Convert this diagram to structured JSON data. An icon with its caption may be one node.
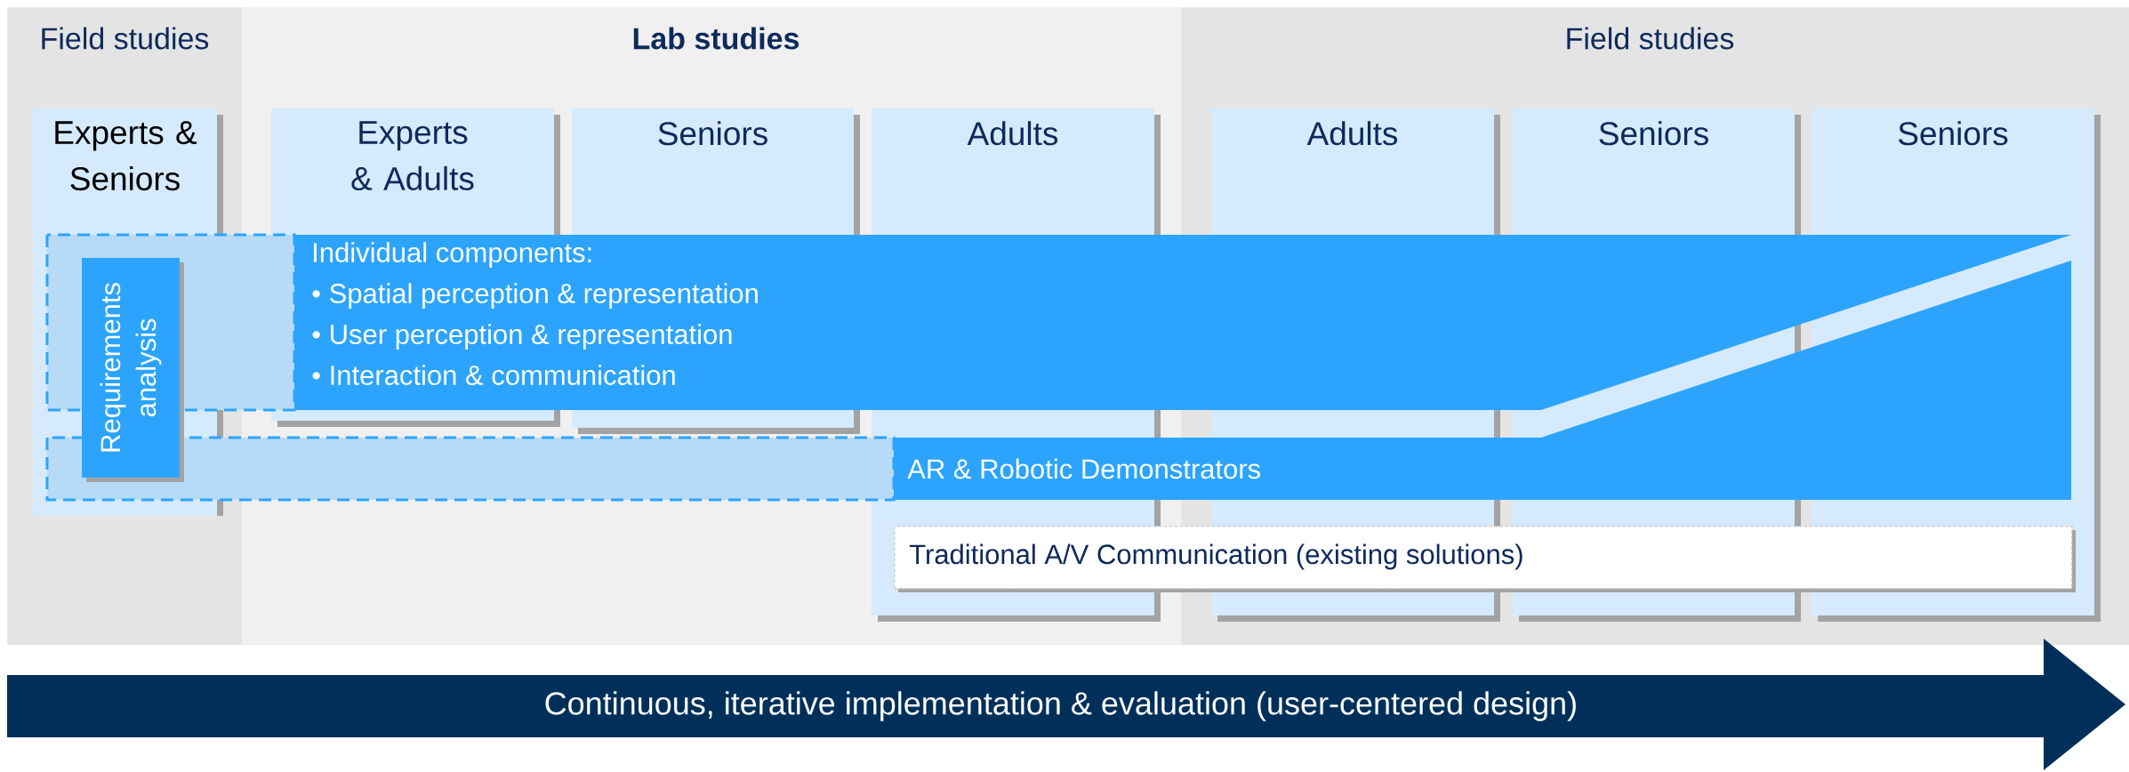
{
  "diagram": {
    "nodes": [
      {
        "text": [
          "Field studies"
        ]
      },
      {
        "text": [
          "Lab studies"
        ]
      },
      {
        "text": [
          "Field studies"
        ]
      },
      {
        "text": [
          "Experts & Seniors"
        ],
        "in": 0
      },
      {
        "text": [
          "Experts & Adults"
        ],
        "in": 1
      },
      {
        "text": [
          "Seniors"
        ],
        "in": 1
      },
      {
        "text": [
          "Adults"
        ],
        "in": 1
      },
      {
        "text": [
          "Adults"
        ],
        "in": 2
      },
      {
        "text": [
          "Seniors"
        ],
        "in": 2
      },
      {
        "text": [
          "Seniors"
        ],
        "in": 2
      },
      {
        "text": [
          "Requirements analysis"
        ],
        "in": 3
      },
      {
        "text": [
          "Individual components:",
          "• Spatial perception & representation",
          "• User perception & representation",
          "• Interaction & communication"
        ]
      },
      {
        "text": [
          "AR & Robotic Demonstrators"
        ]
      },
      {
        "text": [
          "Traditional A/V Communication (existing solutions)"
        ]
      },
      {
        "text": [
          "Continuous, iterative implementation & evaluation (user-centered design)"
        ]
      }
    ]
  }
}
